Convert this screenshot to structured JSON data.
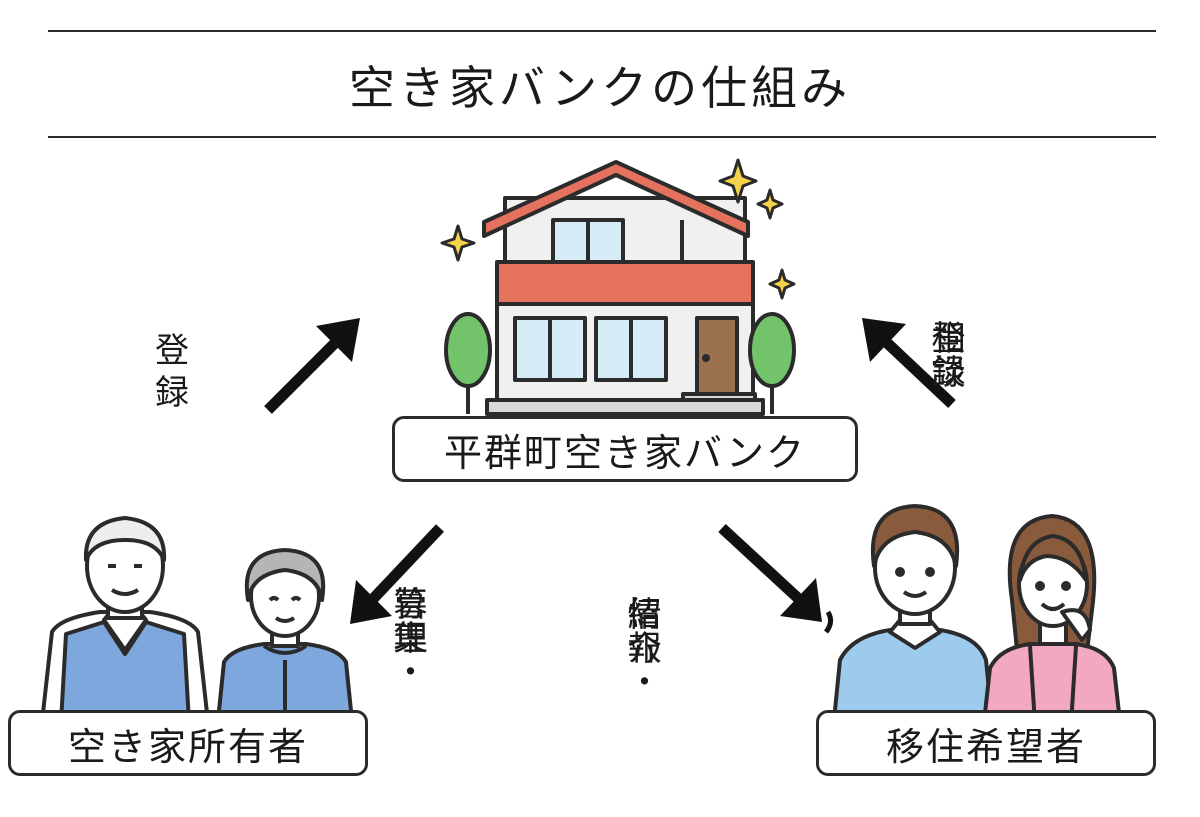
{
  "title": "空き家バンクの仕組み",
  "center_box": "平群町空き家バンク",
  "left_box": "空き家所有者",
  "right_box": "移住希望者",
  "arrows": {
    "owner_to_bank": {
      "col1": "登",
      "col2": "録"
    },
    "seeker_to_bank": {
      "col_right": "相談",
      "col_left": "登録"
    },
    "bank_to_owner": {
      "col_right": "募集・",
      "col_left": "管理"
    },
    "bank_to_seeker": {
      "col_right": "紹介・",
      "col_left": "情報"
    }
  },
  "colors": {
    "roof": "#e4725f",
    "band": "#e4725f",
    "window": "#d6ecf7",
    "tree": "#73c36b",
    "door": "#9a7250",
    "owner_vest": "#7ea8dd",
    "seeker_sweater": "#9dcbed",
    "seeker_jacket": "#f2a7c3"
  }
}
